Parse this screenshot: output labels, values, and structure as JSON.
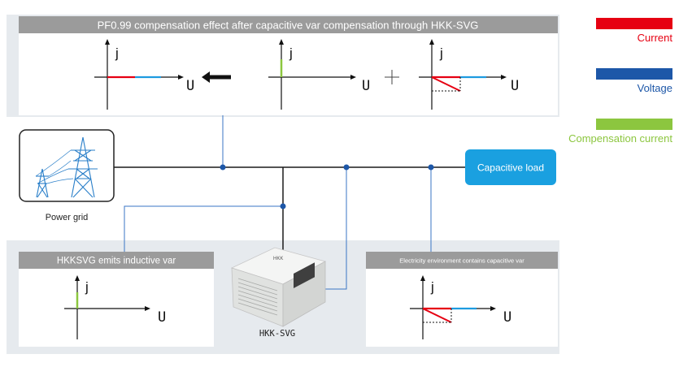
{
  "top_panel": {
    "title": "PF0.99 compensation effect after capacitive var compensation through HKK-SVG"
  },
  "legend": {
    "items": [
      {
        "label": "Current",
        "color": "#e60012"
      },
      {
        "label": "Voltage",
        "color": "#1d57a8"
      },
      {
        "label": "Compensation current",
        "color": "#8cc63f"
      }
    ]
  },
  "axes": {
    "imag_label": "j",
    "real_label": "U"
  },
  "power_grid": {
    "label": "Power grid"
  },
  "capacitive_load": {
    "label": "Capacitive load"
  },
  "svg_panel": {
    "title": "HKKSVG emits inductive var"
  },
  "env_panel": {
    "title": "Electricity environment contains capacitive var"
  },
  "device": {
    "label": "HKK-SVG",
    "plate_text": "HKK"
  },
  "colors": {
    "panel_bg": "#e8ecf0",
    "title_bar": "#9e9e9e",
    "bus_line": "#1a1a1a",
    "signal_line": "#3a75c4",
    "node": "#1d57a8",
    "load_box": "#1aa0e0",
    "current": "#e60012",
    "voltage": "#1d9be0",
    "compensation": "#8cc63f"
  }
}
